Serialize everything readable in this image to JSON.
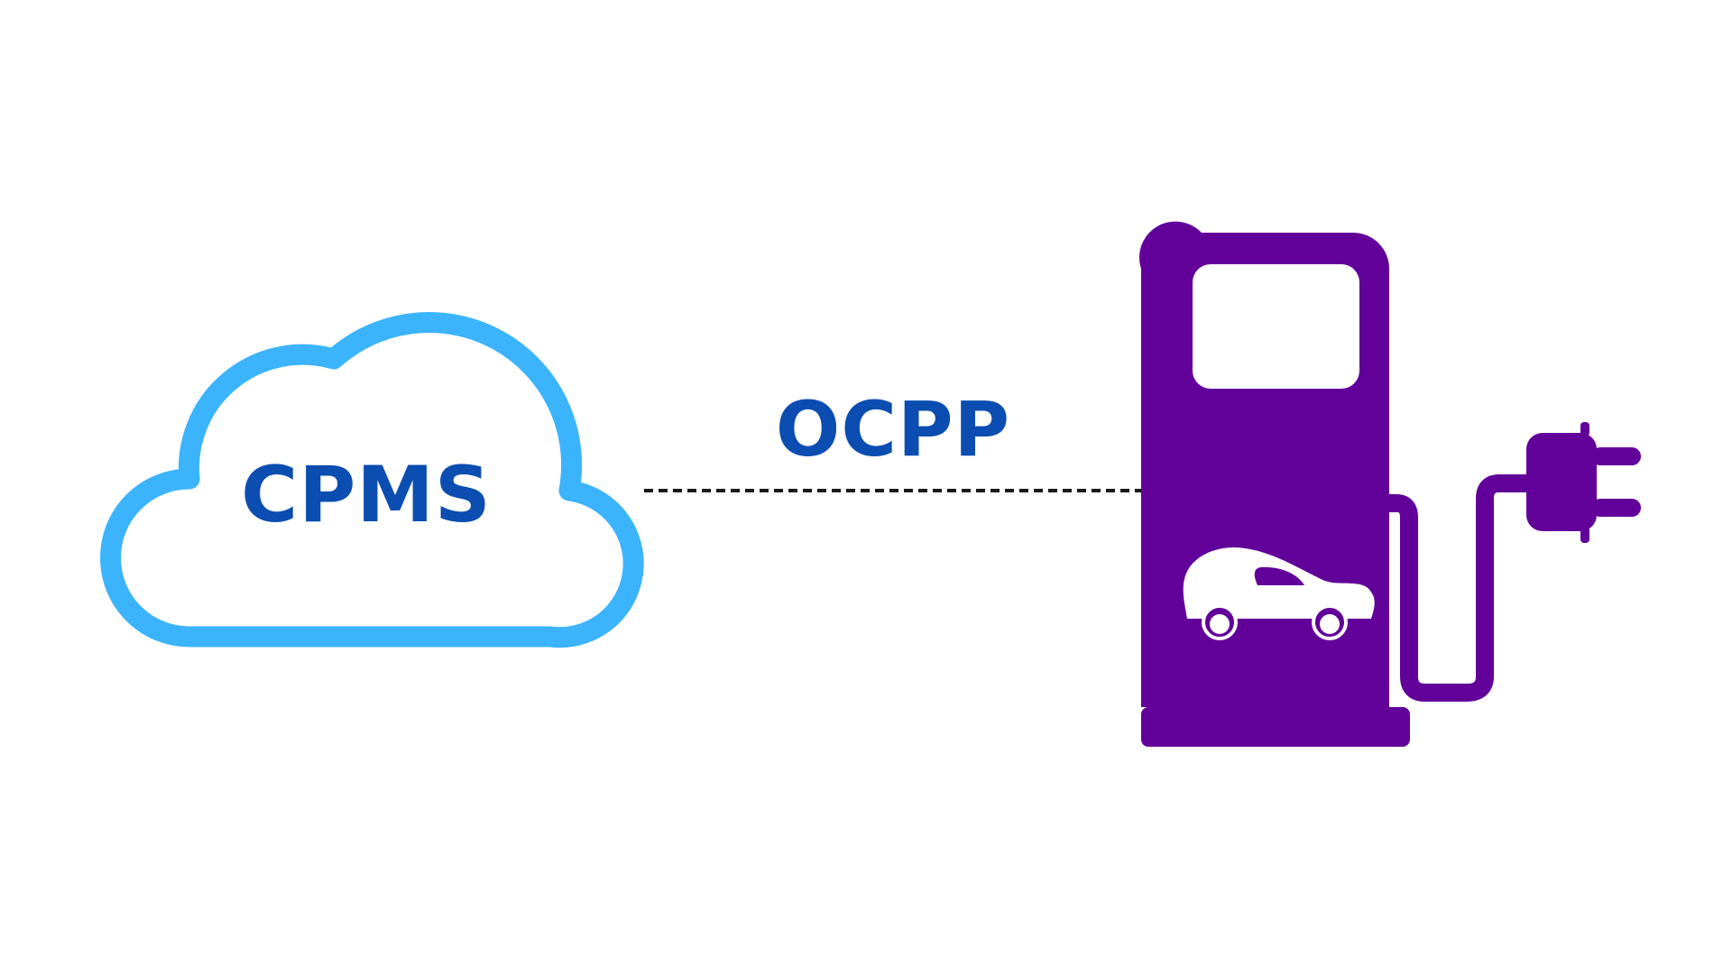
{
  "cloud": {
    "label": "CPMS",
    "stroke_color": "#3BB4FD",
    "label_color": "#0B4DB0"
  },
  "connection": {
    "label": "OCPP",
    "label_color": "#0B4DB0",
    "line_color": "#1a1a1a",
    "style": "dashed"
  },
  "charging_station": {
    "fill_color": "#62009A",
    "icons": [
      "charging-station-icon",
      "car-icon",
      "plug-icon"
    ]
  }
}
